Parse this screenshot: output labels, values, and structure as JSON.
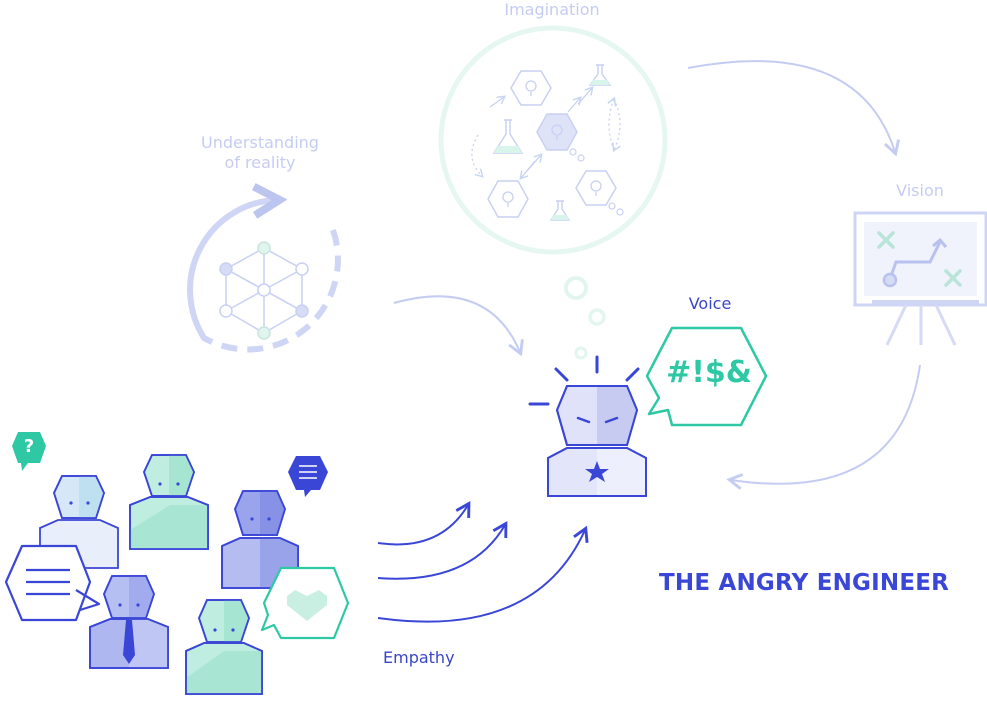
{
  "labels": {
    "understanding": "Understanding\nof reality",
    "imagination": "Imagination",
    "vision": "Vision",
    "voice": "Voice",
    "empathy": "Empathy"
  },
  "title": "THE ANGRY ENGINEER",
  "voice_symbols": "#!$&",
  "question_mark": "?",
  "colors": {
    "primary_blue": "#3a46d6",
    "teal": "#2ec9a4",
    "faded_lavender": "#c5ccf2",
    "faded_mint": "#dff5ee"
  }
}
